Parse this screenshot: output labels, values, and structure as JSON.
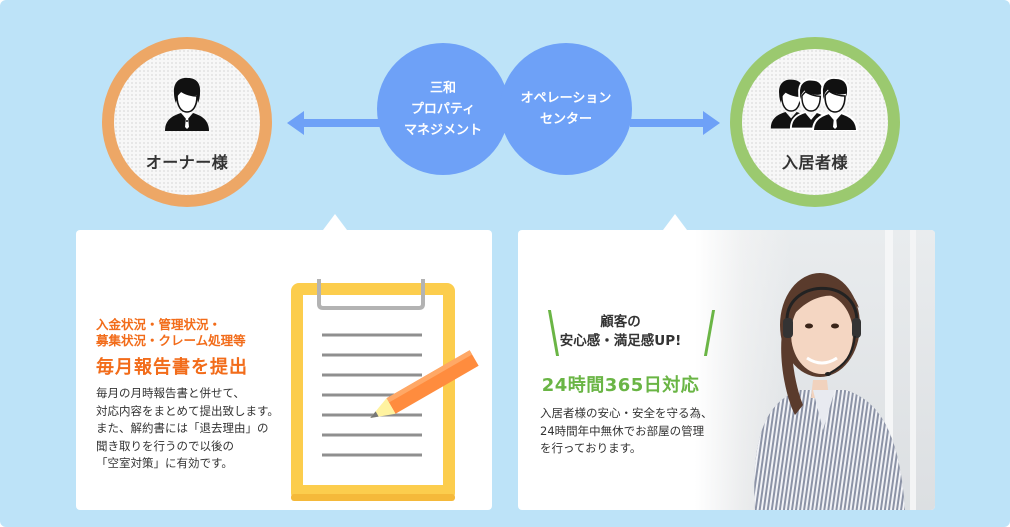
{
  "diagram": {
    "owner": {
      "label": "オーナー様",
      "icon": "person-icon",
      "ring_color": "#eda766"
    },
    "resident": {
      "label": "入居者様",
      "icon": "people-group-icon",
      "ring_color": "#9bc96f"
    },
    "center_left": {
      "label": "三和\nプロパティ\nマネジメント"
    },
    "center_right": {
      "label": "オペレーション\nセンター"
    },
    "arrow_color": "#6ea1f7"
  },
  "left_card": {
    "subtitle": "入金状況・管理状況・\n募集状況・クレーム処理等",
    "title": "毎月報告書を提出",
    "body": "毎月の月時報告書と併せて、\n対応内容をまとめて提出致します。\nまた、解約書には「退去理由」の\n聞き取りを行うので以後の\n「空室対策」に有効です。",
    "illustration": "clipboard-pencil-icon",
    "accent_color": "#f26c1a"
  },
  "right_card": {
    "catch": "顧客の\n安心感・満足感UP!",
    "title": "24時間365日対応",
    "body": "入居者様の安心・安全を守る為、\n24時間年中無休でお部屋の管理\nを行っております。",
    "photo": "operator-with-headset-photo",
    "accent_color": "#6ab545"
  }
}
